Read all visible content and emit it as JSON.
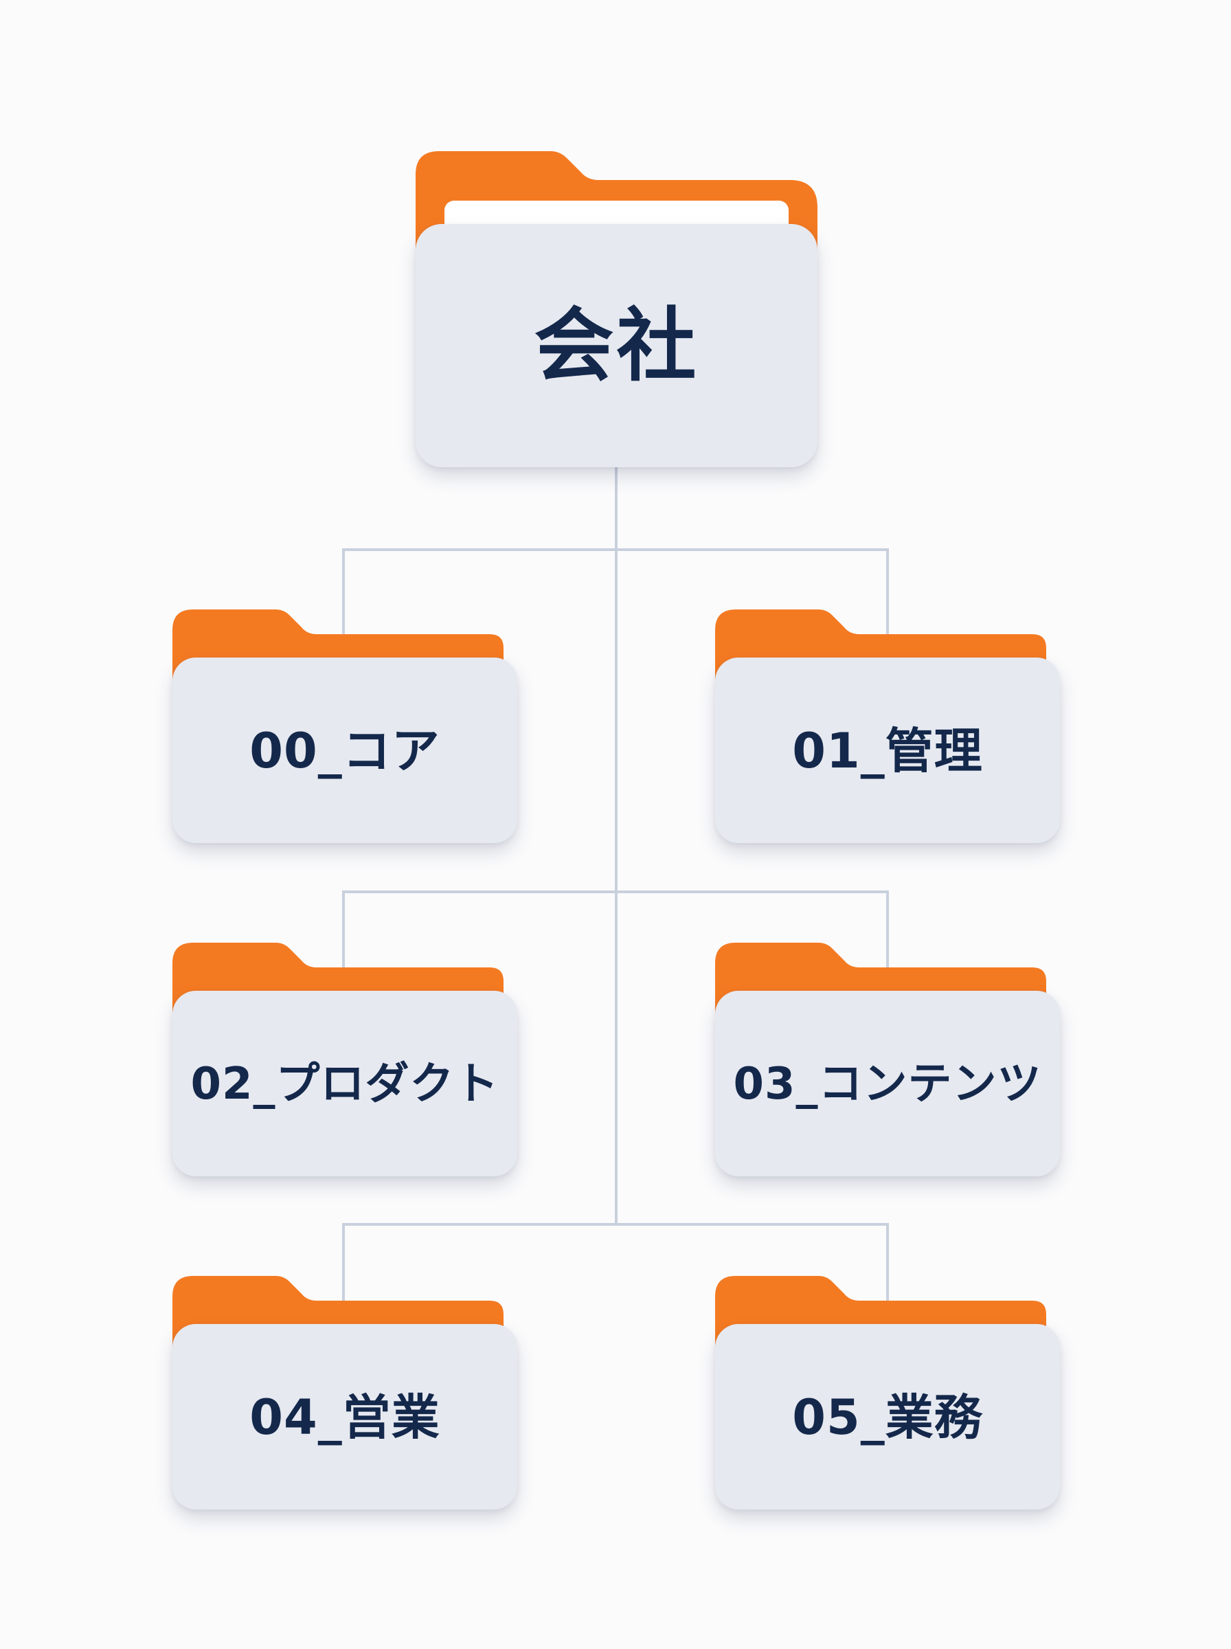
{
  "colors": {
    "background": "#fbfbfc",
    "folder_tab": "#f47a22",
    "folder_body": "#e6e9f0",
    "label_text": "#14284b",
    "connector": "#c9d0dd"
  },
  "root": {
    "label": "会社",
    "icon": "folder-icon"
  },
  "children": [
    {
      "label": "00_コア",
      "icon": "folder-icon"
    },
    {
      "label": "01_管理",
      "icon": "folder-icon"
    },
    {
      "label": "02_プロダクト",
      "icon": "folder-icon"
    },
    {
      "label": "03_コンテンツ",
      "icon": "folder-icon"
    },
    {
      "label": "04_営業",
      "icon": "folder-icon"
    },
    {
      "label": "05_業務",
      "icon": "folder-icon"
    }
  ]
}
